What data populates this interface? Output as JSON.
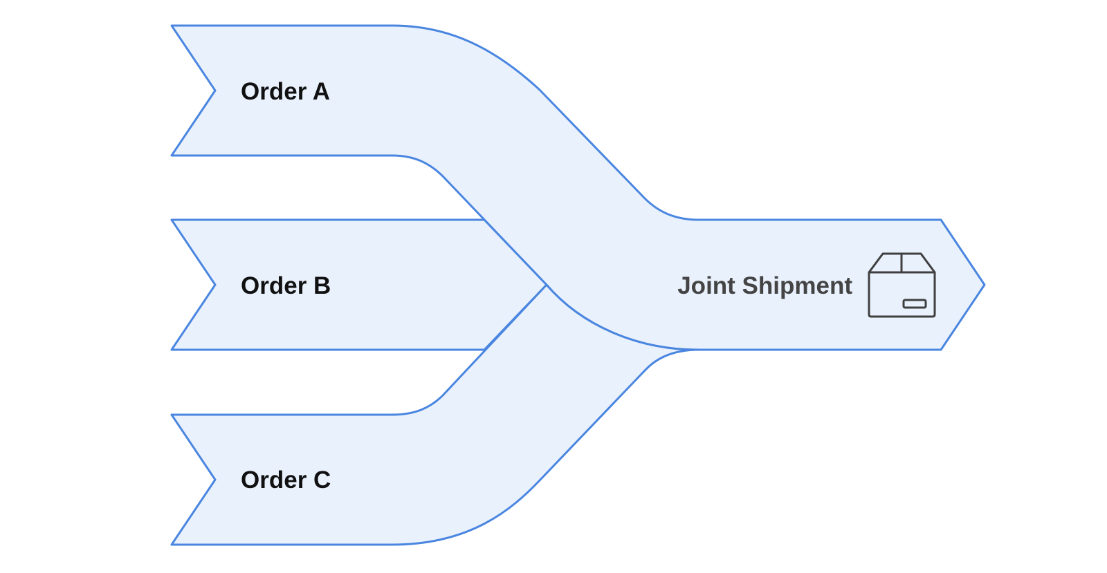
{
  "inputs": [
    {
      "label": "Order A"
    },
    {
      "label": "Order B"
    },
    {
      "label": "Order C"
    }
  ],
  "output": {
    "label": "Joint Shipment",
    "icon": "package-box-icon"
  },
  "colors": {
    "fill": "#e9f1fd",
    "stroke": "#4a86e0",
    "input_text": "#111111",
    "output_text": "#444444",
    "icon": "#3f3f3f"
  }
}
